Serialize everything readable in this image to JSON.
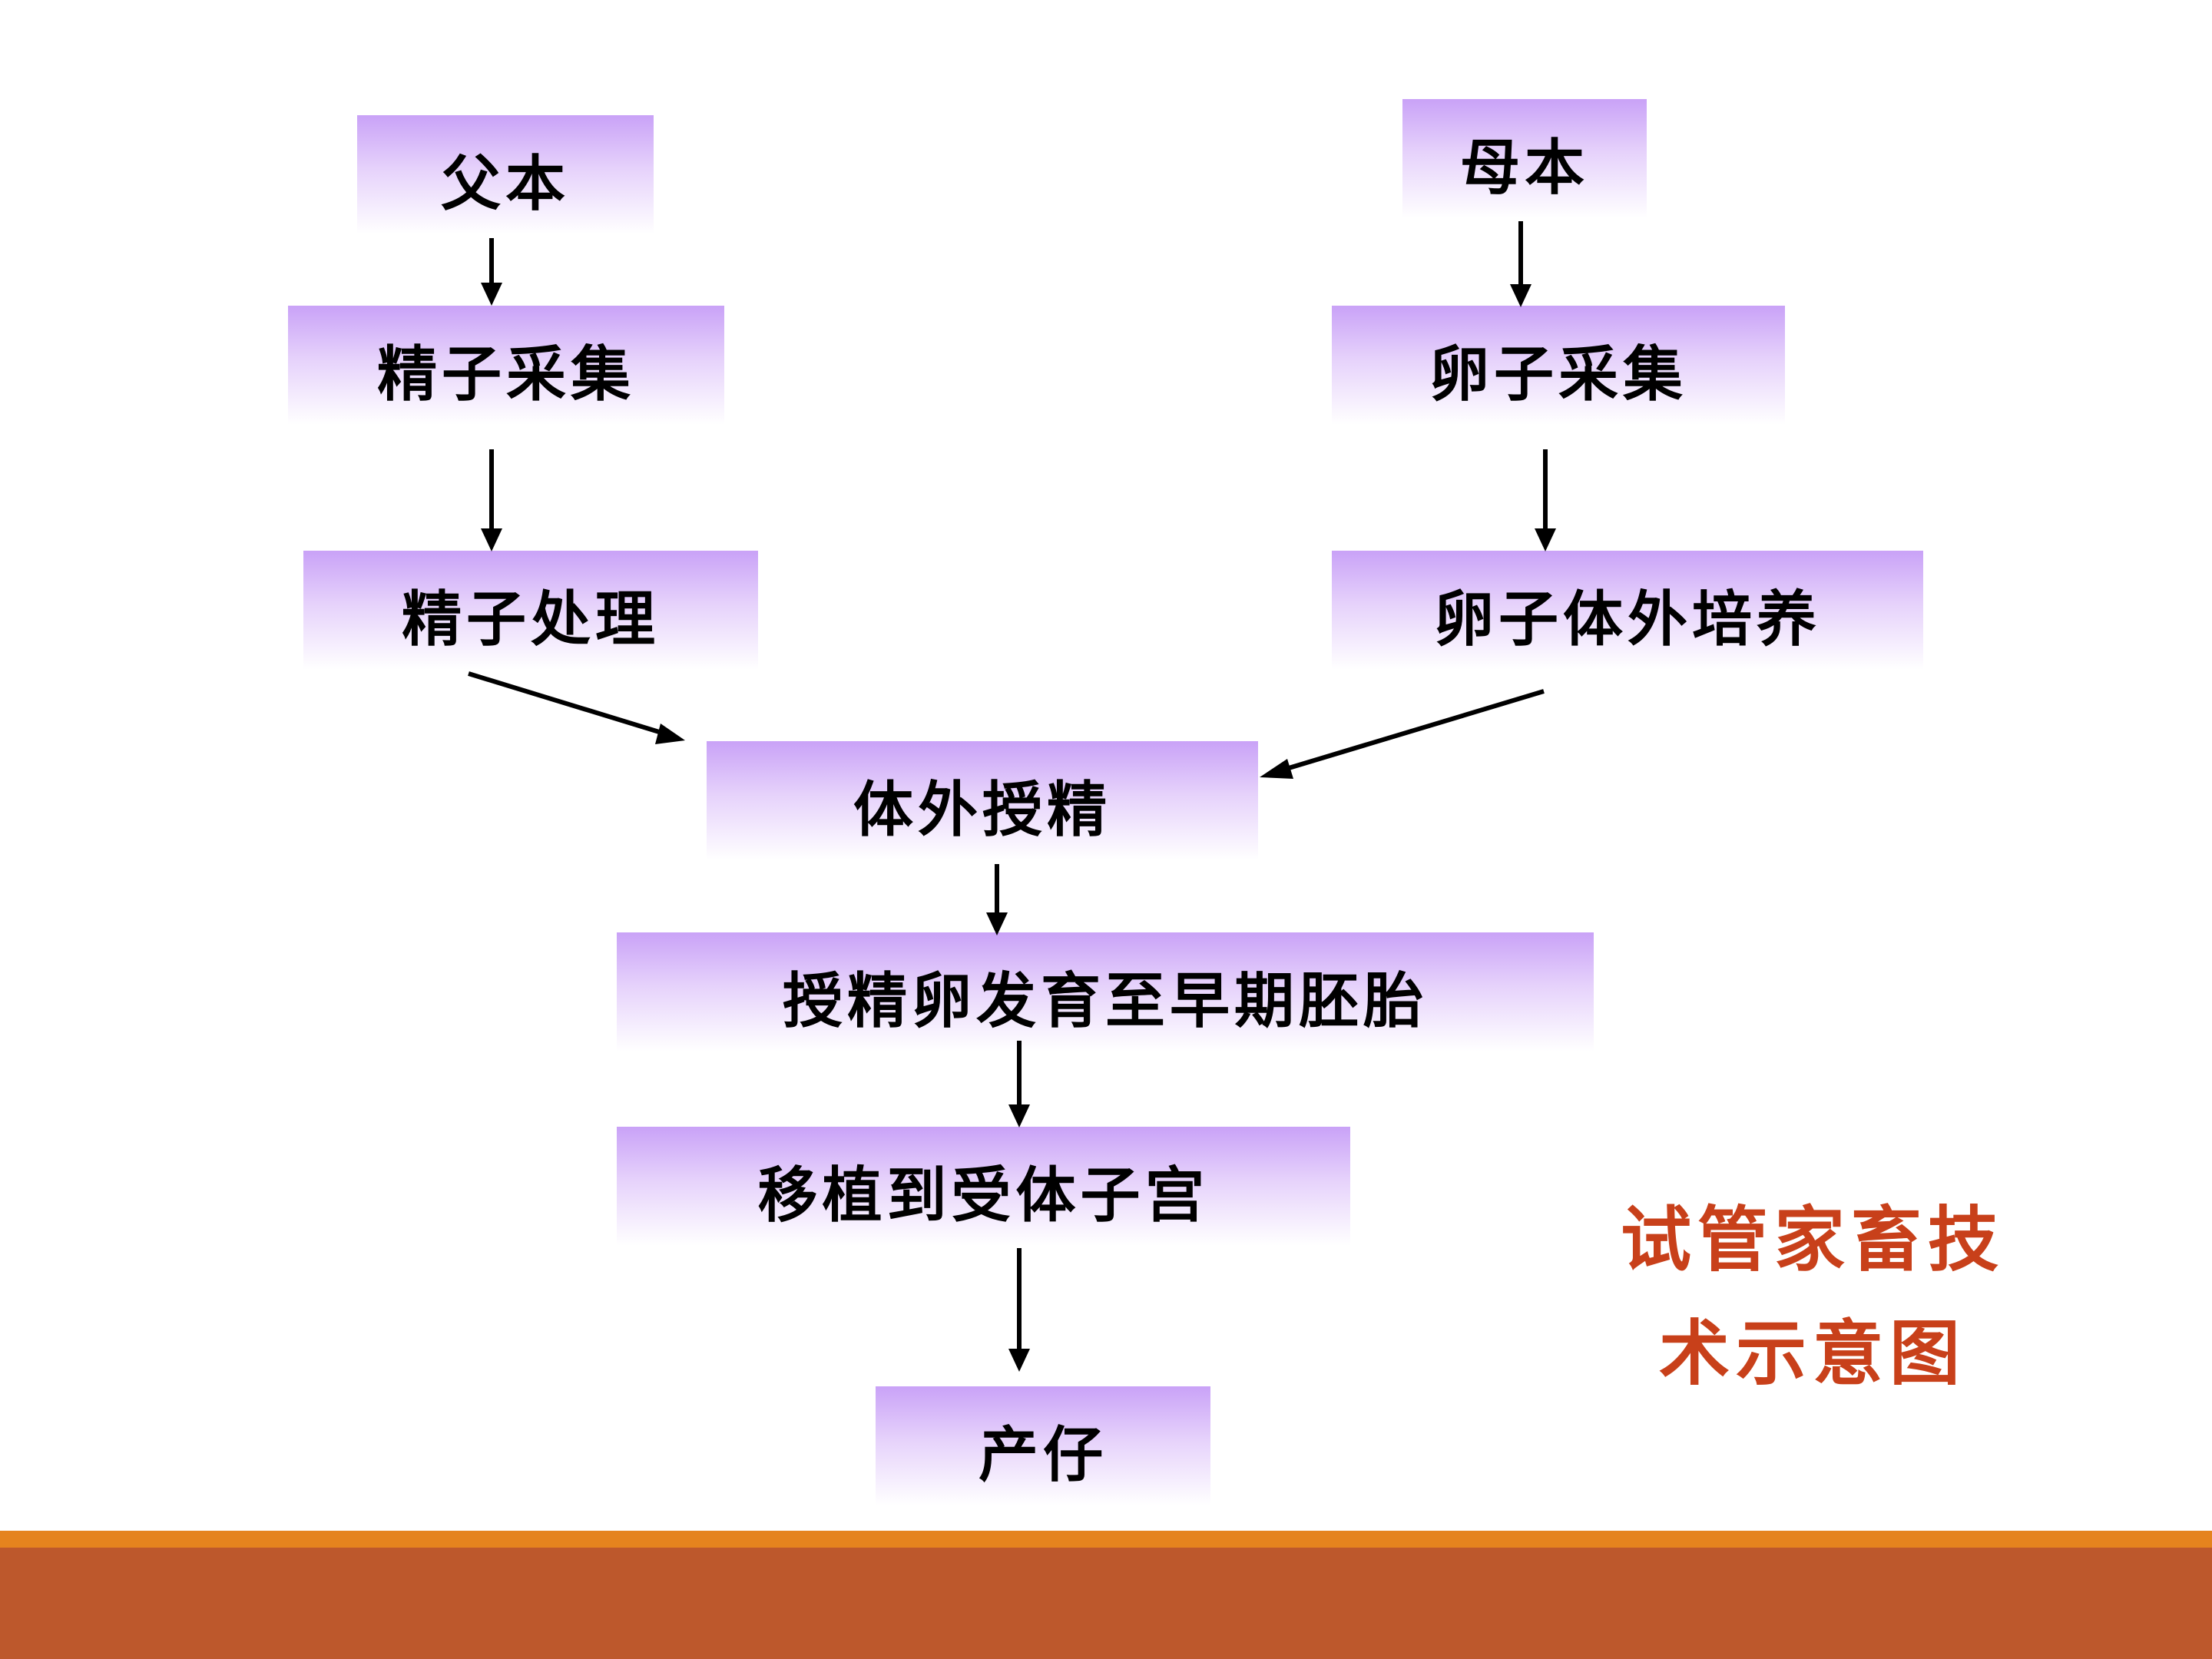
{
  "diagram": {
    "nodes": {
      "father": "父本",
      "mother": "母本",
      "sperm_collection": "精子采集",
      "egg_collection": "卵子采集",
      "sperm_processing": "精子处理",
      "egg_culture": "卵子体外培养",
      "ivf": "体外授精",
      "embryo_development": "授精卵发育至早期胚胎",
      "transfer": "移植到受体子宫",
      "birth": "产仔"
    },
    "caption": {
      "line1": "试管家畜技",
      "line2": "术示意图"
    }
  },
  "colors": {
    "box_top": "#c9a2f7",
    "box_bottom": "#ffffff",
    "caption": "#c8401a",
    "footer_line": "#e5831e",
    "footer_band": "#bd582c"
  }
}
